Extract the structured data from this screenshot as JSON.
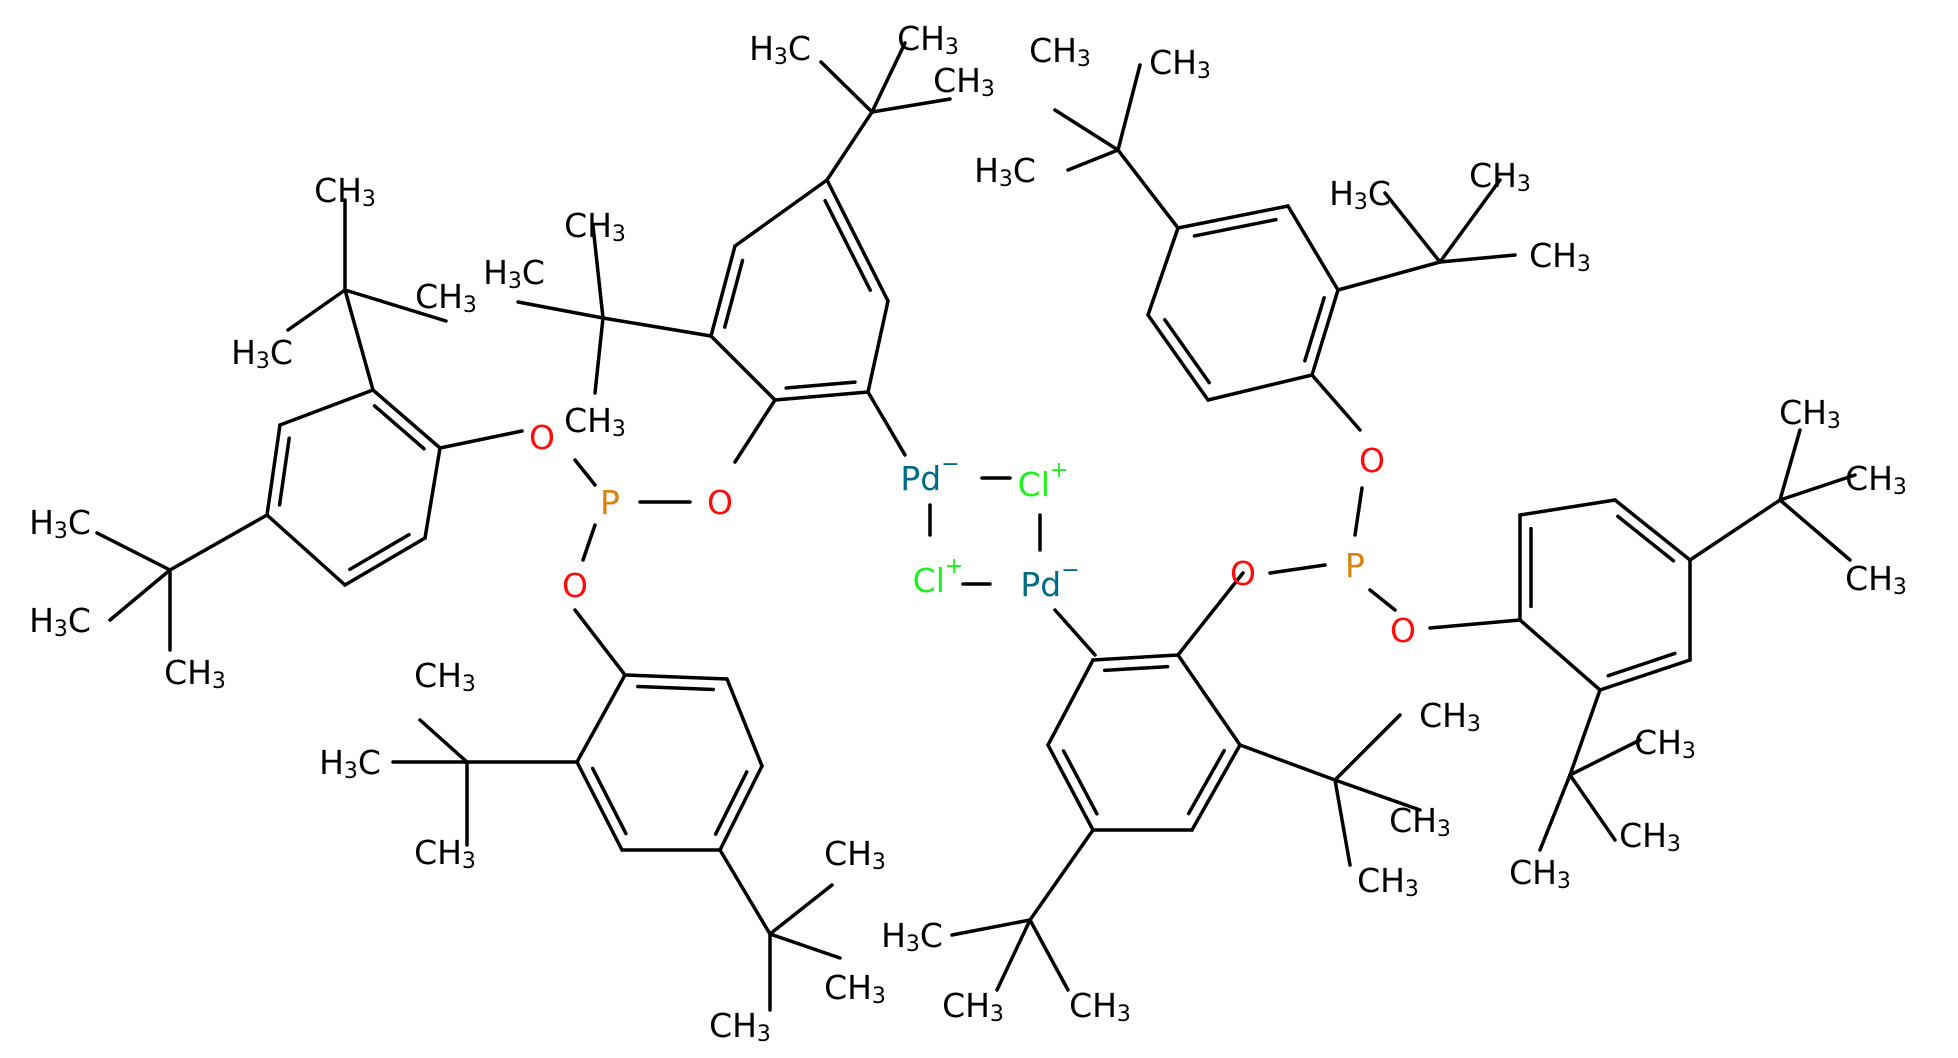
{
  "structure": {
    "atom_labels": {
      "pd": "Pd",
      "cl": "Cl",
      "p": "P",
      "o": "O",
      "ch3": "CH3",
      "h3c": "H3C"
    },
    "charges": {
      "pd": "−",
      "cl": "+"
    },
    "colors": {
      "bond": "#000000",
      "carbon_label": "#000000",
      "oxygen": "#ff0d0d",
      "phosphorus": "#d9820d",
      "palladium": "#006985",
      "chlorine": "#1ff01f"
    }
  }
}
